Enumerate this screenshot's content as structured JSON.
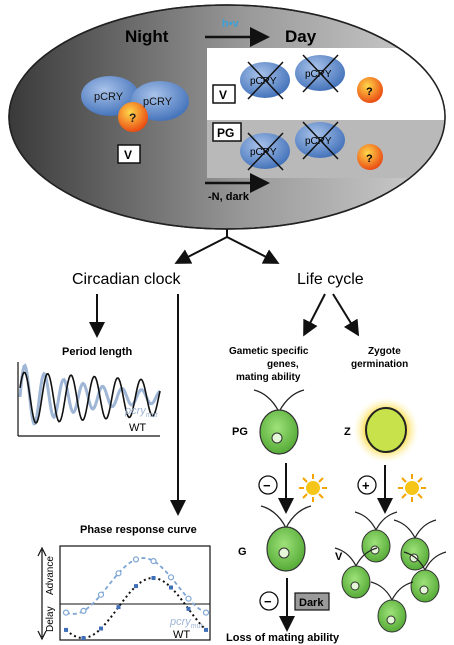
{
  "top": {
    "night_label": "Night",
    "day_label": "Day",
    "light_arrow_label": "h•v",
    "dark_arrow_label": "-N, dark",
    "box_v_night": "V",
    "box_v_day": "V",
    "box_pg": "PG",
    "pcry_label": "pCRY",
    "question_label": "?"
  },
  "branches": {
    "left_title": "Circadian clock",
    "right_title": "Life cycle"
  },
  "period": {
    "title": "Period length",
    "legend_mut_base": "pcry",
    "legend_mut_sub": "mut",
    "legend_wt": "WT"
  },
  "prc": {
    "title": "Phase response curve",
    "advance_label": "Advance",
    "delay_label": "Delay",
    "legend_mut_base": "pcry",
    "legend_mut_sub": "mut",
    "legend_wt": "WT"
  },
  "life": {
    "gametic_line1": "Gametic specific",
    "gametic_line2": "genes,",
    "gametic_line3": "mating ability",
    "zygote_line1": "Zygote",
    "zygote_line2": "germination",
    "pg_label": "PG",
    "z_label": "Z",
    "g_label": "G",
    "v_label": "V",
    "minus_sign": "−",
    "plus_sign": "+",
    "dark_box": "Dark",
    "loss_label": "Loss of mating ability"
  },
  "colors": {
    "pcry_blue": "#5b86c8",
    "cell_green": "#6fc04a",
    "sun_yellow": "#f5c518",
    "light_arrow_blue": "#3aa0d8",
    "mut_line": "#9fb6d6",
    "wt_line": "#111111"
  }
}
